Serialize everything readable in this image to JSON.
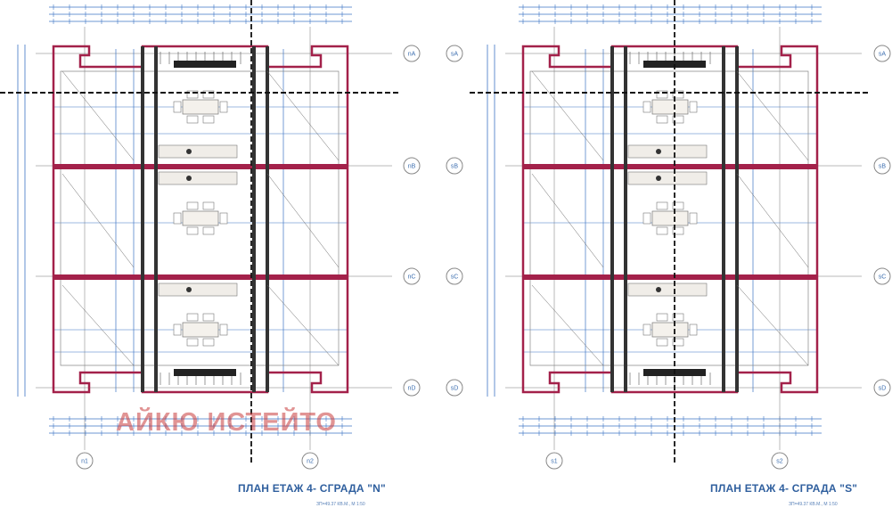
{
  "plans": [
    {
      "title": "ПЛАН ЕТАЖ 4- СГРАДА \"N\"",
      "subtitle": "ЗП=49.37 КВ.М., М 1:50",
      "grid_rows": [
        "nA",
        "nB",
        "nC",
        "nD"
      ],
      "grid_cols": [
        "n1",
        "n2"
      ]
    },
    {
      "title": "ПЛАН ЕТАЖ 4- СГРАДА \"S\"",
      "subtitle": "ЗП=49.37 КВ.М., М 1:50",
      "grid_rows": [
        "sA",
        "sB",
        "sC",
        "sD"
      ],
      "grid_cols": [
        "s1",
        "s2"
      ]
    }
  ],
  "watermark": "АЙКЮ ИСТЕЙТО",
  "colors": {
    "wall": "#a3214a",
    "dimension": "#3d74c4",
    "line": "#222222",
    "watermark": "#c83c3c"
  }
}
